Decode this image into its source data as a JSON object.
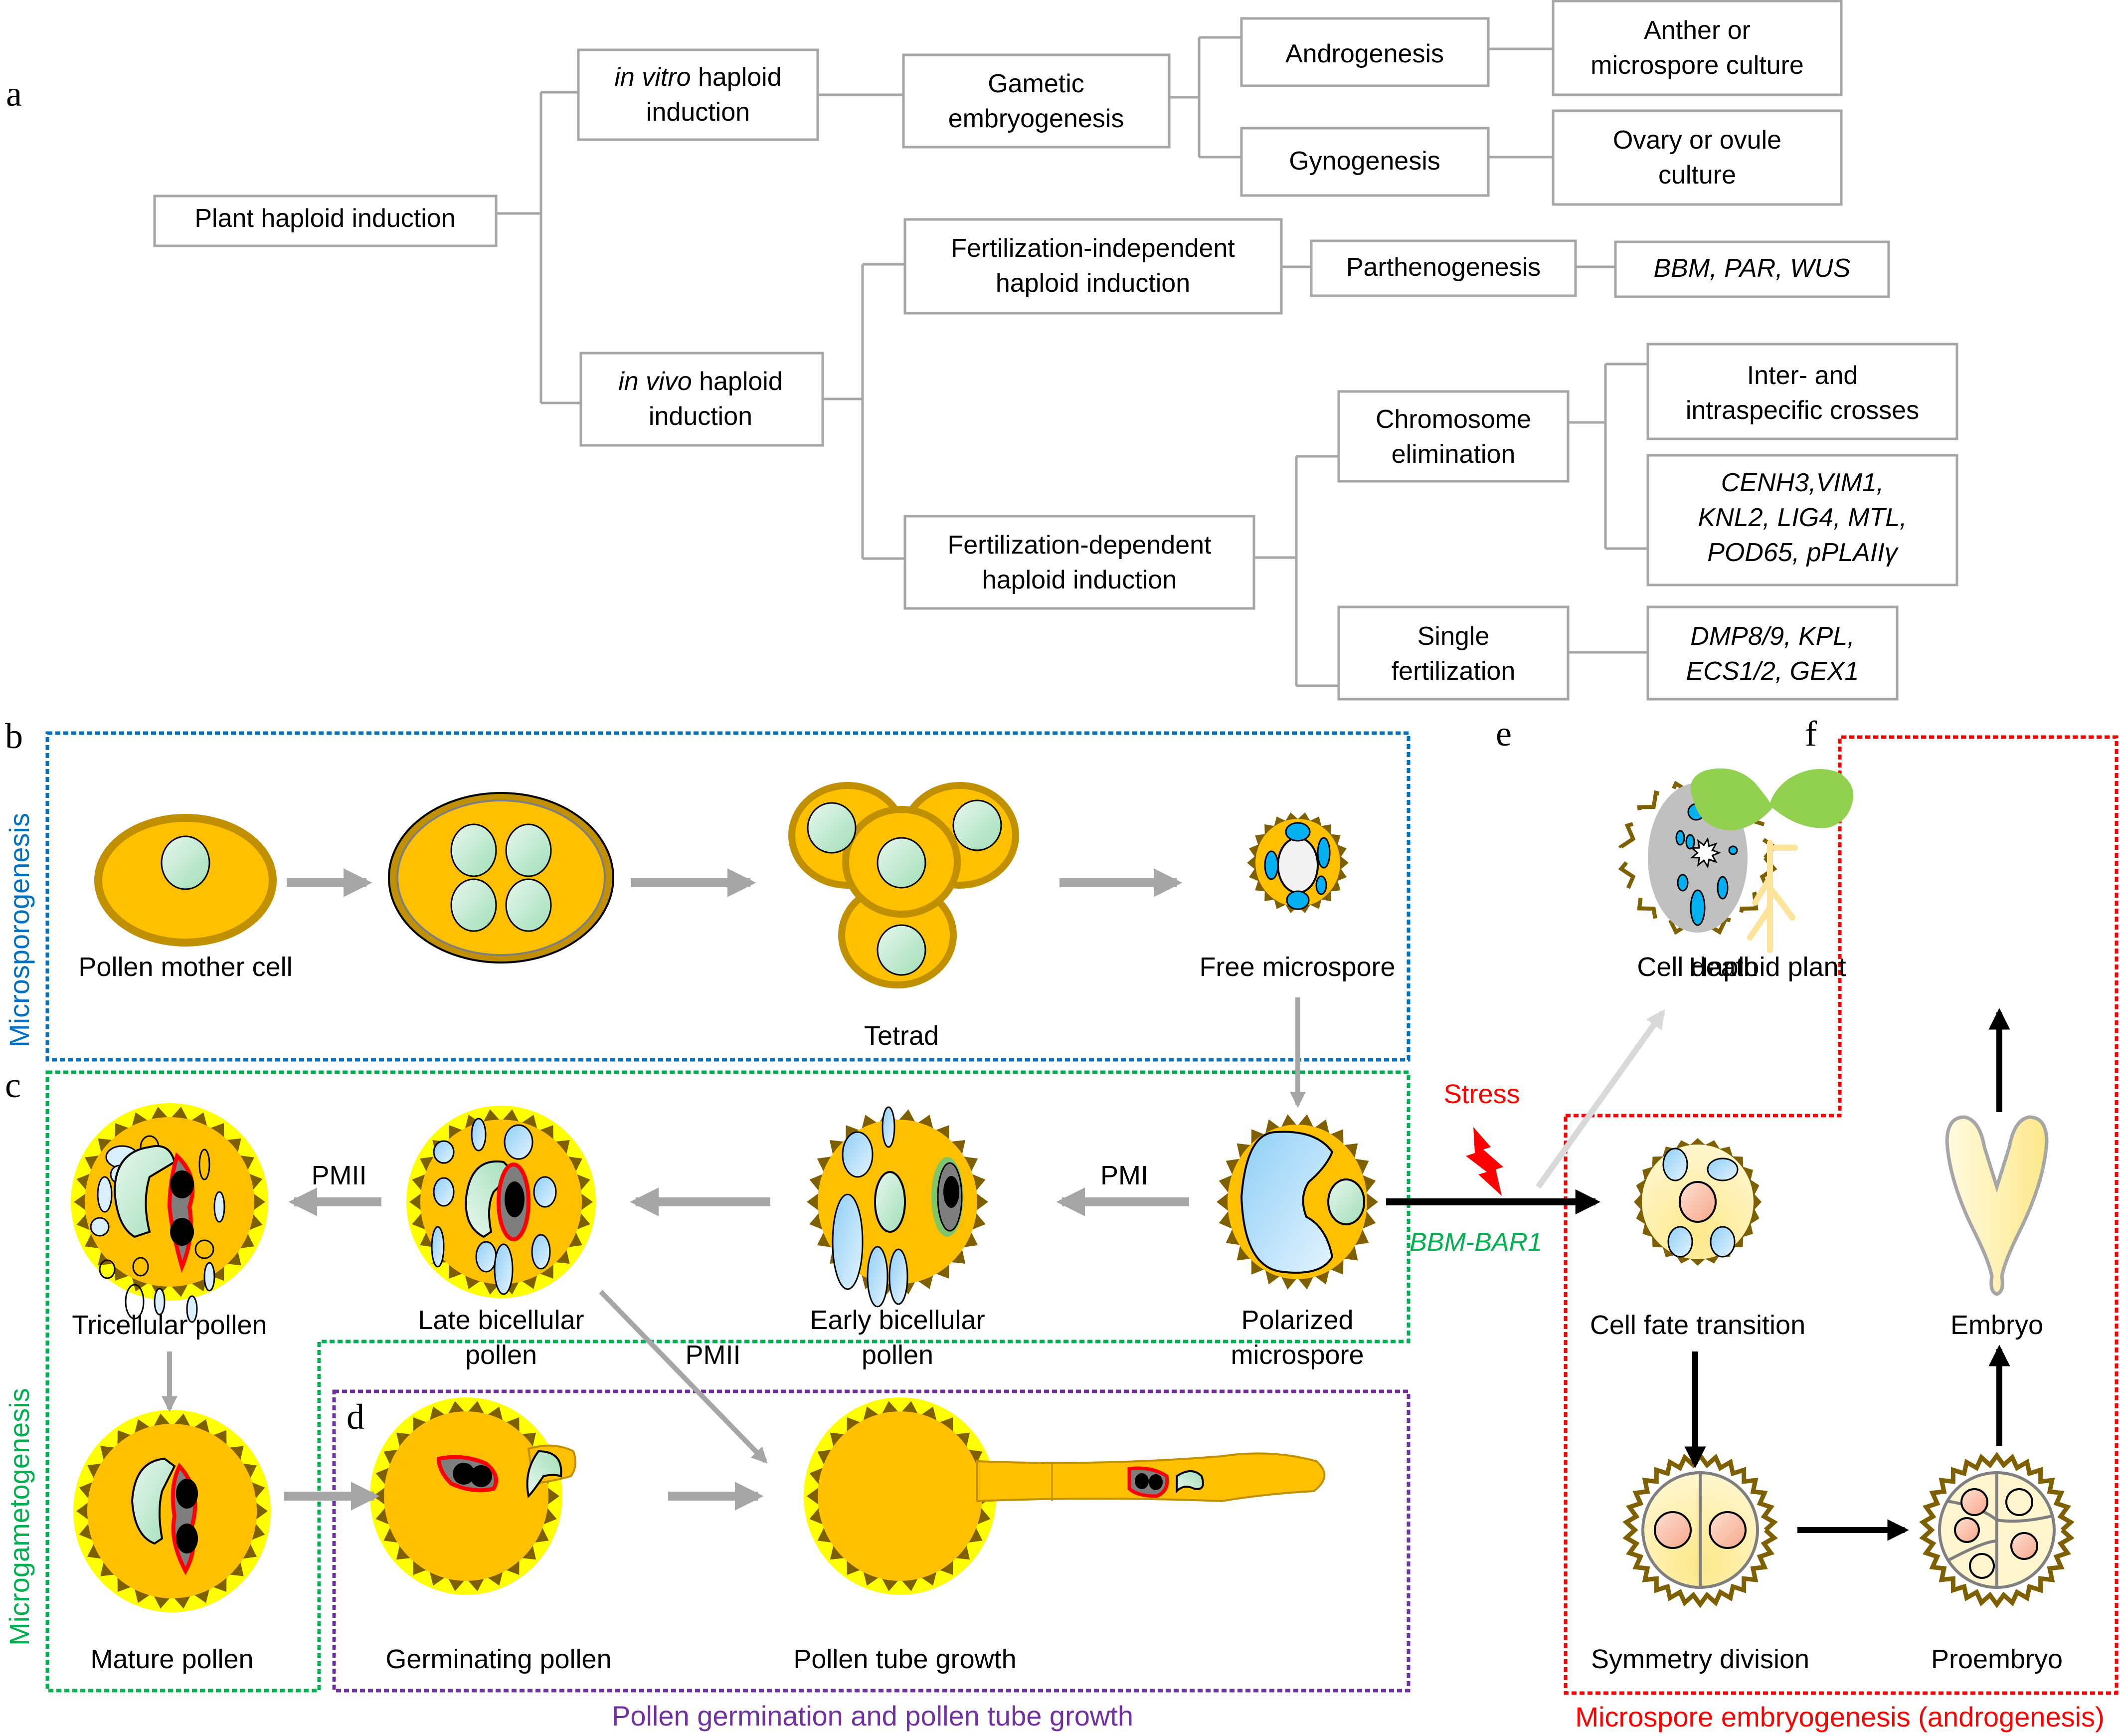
{
  "panels": {
    "a": "a",
    "b": "b",
    "c": "c",
    "d": "d",
    "e": "e",
    "f": "f"
  },
  "tree": {
    "root": "Plant haploid induction",
    "in_vitro": {
      "italic": "in vitro",
      "rest": " haploid",
      "line2": "induction"
    },
    "in_vivo": {
      "italic": "in vivo",
      "rest": " haploid",
      "line2": "induction"
    },
    "gametic": [
      "Gametic",
      "embryogenesis"
    ],
    "androgenesis": "Androgenesis",
    "gynogenesis": "Gynogenesis",
    "anther": [
      "Anther or",
      "microspore culture"
    ],
    "ovary": [
      "Ovary or ovule",
      "culture"
    ],
    "fert_indep": [
      "Fertilization-independent",
      "haploid induction"
    ],
    "parthenogenesis": "Parthenogenesis",
    "parth_genes": "BBM, PAR, WUS",
    "fert_dep": [
      "Fertilization-dependent",
      "haploid induction"
    ],
    "chrom_elim": [
      "Chromosome",
      "elimination"
    ],
    "crosses": [
      "Inter- and",
      "intraspecific crosses"
    ],
    "chrom_genes": [
      "CENH3,VIM1,",
      "KNL2, LIG4, MTL,",
      "POD65, pPLAIIγ"
    ],
    "single_fert": [
      "Single",
      "fertilization"
    ],
    "single_genes": [
      "DMP8/9, KPL,",
      "ECS1/2, GEX1"
    ]
  },
  "sections": {
    "microsporogenesis": {
      "label": "Microsporogenesis",
      "color": "#0070c0"
    },
    "microgametogenesis": {
      "label": "Microgametogenesis",
      "color": "#00b050"
    },
    "germination": {
      "label": "Pollen germination and pollen tube growth",
      "color": "#7030a0"
    },
    "embryogenesis": {
      "label": "Microspore embryogenesis (androgenesis)",
      "color": "#ff0000"
    }
  },
  "stages": {
    "pollen_mother_cell": "Pollen mother cell",
    "tetrad": "Tetrad",
    "free_microspore": "Free microspore",
    "polarized": [
      "Polarized",
      "microspore"
    ],
    "early_bicellular": [
      "Early bicellular",
      "pollen"
    ],
    "late_bicellular": [
      "Late bicellular",
      "pollen"
    ],
    "tricellular": "Tricellular pollen",
    "mature": "Mature pollen",
    "germinating": "Germinating pollen",
    "tube_growth": "Pollen tube growth",
    "cell_death": "Cell death",
    "haploid_plant": "Haploid plant",
    "cell_fate": "Cell fate transition",
    "symmetry": "Symmetry division",
    "proembryo": "Proembryo",
    "embryo": "Embryo"
  },
  "arrows": {
    "pmi": "PMI",
    "pmii_top": "PMII",
    "pmii_diag": "PMII",
    "stress": "Stress",
    "bbm_bar1": "BBM-BAR1"
  },
  "colors": {
    "cytoplasm": "#ffc000",
    "wall": "#c09000",
    "exine": "#7f6000",
    "outer_glow": "#ffff00",
    "nucleus": "#a9e3c0",
    "vacuole": "#a8d8f8",
    "dense_vacuole": "#00b0f0",
    "gray_arrow": "#a6a6a6",
    "stress": "#ff0000",
    "bbm": "#00b050"
  }
}
